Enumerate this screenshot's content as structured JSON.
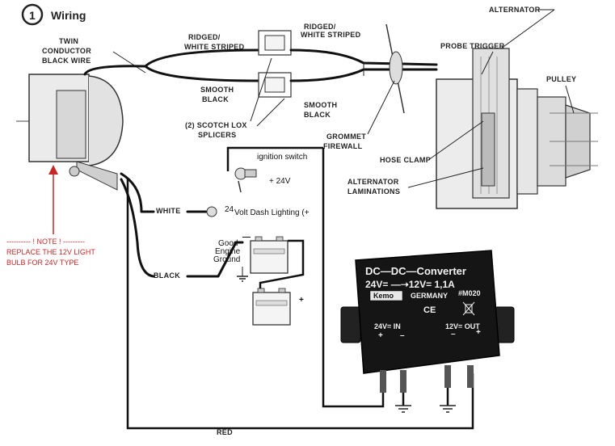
{
  "step_number": "1",
  "title": "Wiring",
  "labels": {
    "twin_conductor": [
      "TWIN",
      "CONDUCTOR",
      "BLACK WIRE"
    ],
    "ridged_white_striped_left": [
      "RIDGED/",
      "WHITE STRIPED"
    ],
    "ridged_white_striped_right": [
      "RIDGED/",
      "WHITE STRIPED"
    ],
    "smooth_black_left": [
      "SMOOTH",
      "BLACK"
    ],
    "smooth_black_right": [
      "SMOOTH",
      "BLACK"
    ],
    "scotch_lox": [
      "(2) SCOTCH LOX",
      "SPLICERS"
    ],
    "grommet": [
      "GROMMET",
      "FIREWALL"
    ],
    "alternator": "ALTERNATOR",
    "probe_trigger": "PROBE TRIGGER",
    "pulley": "PULLEY",
    "hose_clamp": "HOSE CLAMP",
    "alternator_laminations": [
      "ALTERNATOR",
      "LAMINATIONS"
    ],
    "white": "WHITE",
    "black": "BLACK",
    "red": "RED",
    "ignition_switch": "ignition switch",
    "plus_24v": "+ 24V",
    "dash_lighting_num": "24",
    "dash_lighting": "Volt Dash Lighting (+",
    "good_engine_ground": [
      "Good",
      "Engine",
      "Ground"
    ],
    "battery_minus": "—",
    "battery_plus": "+"
  },
  "note": {
    "header": "---------- ! NOTE ! ---------",
    "line1": "REPLACE THE 12V LIGHT",
    "line2": "BULB FOR 24V TYPE"
  },
  "converter": {
    "title": "DC—DC—Converter",
    "spec": "24V= —➝12V= 1,1A",
    "brand": "Kemo",
    "country": "GERMANY",
    "model": "#M020",
    "ce": "CE",
    "in_label": "24V= IN",
    "out_label": "12V= OUT",
    "plus": "+",
    "minus": "–"
  },
  "colors": {
    "note": "#c62828",
    "arrow": "#c62828",
    "line": "#111111",
    "converter_body": "#151515"
  }
}
